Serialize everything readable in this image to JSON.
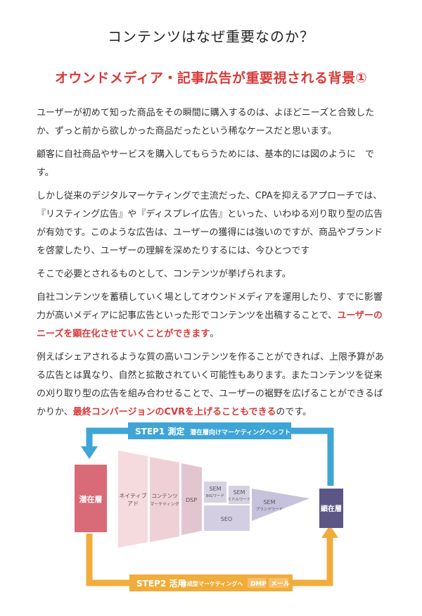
{
  "title": "コンテンツはなぜ重要なのか？",
  "subtitle": "オウンドメディア・記事広告が重要視される背景①",
  "paragraphs": {
    "p1": "ユーザーが初めて知った商品をその瞬間に購入するのは、よほどニーズと合致したか、ずっと前から欲しかった商品だったという稀なケースだと思います。",
    "p2": "顧客に自社商品やサービスを購入してもらうためには、基本的には図のように　です。",
    "p3": "しかし従来のデジタルマーケティングで主流だった、CPAを抑えるアプローチでは、『リスティング広告』や『ディスプレイ広告』といった、いわゆる刈り取り型の広告が有効です。このような広告は、ユーザーの獲得には強いのですが、商品やブランドを啓蒙したり、ユーザーの理解を深めたりするには、今ひとつです",
    "p4": "そこで必要とされるものとして、コンテンツが挙げられます。",
    "p5a": "自社コンテンツを蓄積していく場としてオウンドメディアを運用したり、すでに影響力が高いメディアに記事広告といった形でコンテンツを出稿することで、",
    "p5hl": "ユーザーのニーズを顕在化させていくことができます",
    "p5b": "。",
    "p6a": "例えばシェアされるような質の高いコンテンツを作ることができれば、上限予算がある広告とは異なり、自然と拡散されていく可能性もあります。またコンテンツを従来の刈り取り型の広告を組み合わせることで、ユーザーの裾野を広げることができるばかりか、",
    "p6hl": "最終コンバージョンのCVRを上げることもできる",
    "p6b": "のです。"
  },
  "diagram": {
    "step1_label": "STEP1 測定",
    "step1_desc": "潜在層向けマーケティングへシフト",
    "step2_label": "STEP2 活用",
    "step2_desc": "育成型マーケティングへ",
    "tag_dmp": "DMP",
    "tag_mail": "メール",
    "latent": "潜在層",
    "manifest": "顕在層",
    "native_1": "ネイティブ",
    "native_2": "アド",
    "content_1": "コンテンツ",
    "content_2": "マーケティング",
    "dsp": "DSP",
    "sem_big_1": "SEM",
    "sem_big_2": "BIGワード",
    "sem_mid_1": "SEM",
    "sem_mid_2": "ミドルワード",
    "seo": "SEO",
    "sem_brand_1": "SEM",
    "sem_brand_2": "ブランドワード",
    "colors": {
      "blue": "#3ea5d6",
      "orange": "#f0ad3c",
      "latent": "#d96b78",
      "manifest": "#5c5686",
      "native": "#f5dade",
      "content": "#efd0d6",
      "dsp": "#e3c5d0",
      "sem": "#d6d1e3",
      "seo": "#d3cee2",
      "cone": "#c6c2dc",
      "tag_bg": "#f7d070"
    }
  }
}
